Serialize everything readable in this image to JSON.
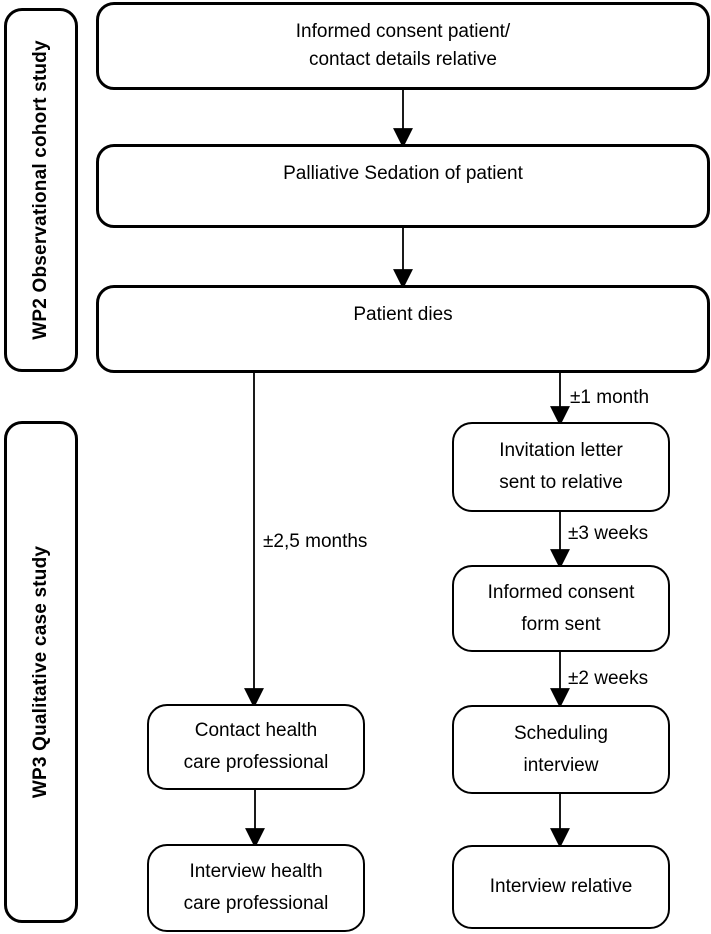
{
  "sidebar": {
    "wp2_label": "WP2 Observational cohort study",
    "wp3_label": "WP3 Qualitative case study"
  },
  "boxes": {
    "informed_consent": "Informed consent patient/\ncontact details relative",
    "palliative_sedation": "Palliative Sedation of patient",
    "patient_dies": "Patient dies",
    "invitation_letter": "Invitation letter\nsent to relative",
    "informed_consent_form": "Informed consent\nform sent",
    "scheduling_interview": "Scheduling\ninterview",
    "interview_relative": "Interview relative",
    "contact_hcp": "Contact health\ncare professional",
    "interview_hcp": "Interview health\ncare professional"
  },
  "edge_labels": {
    "death_to_invitation": "±1 month",
    "invitation_to_consent_form": "±3 weeks",
    "consent_form_to_scheduling": "±2 weeks",
    "death_to_contact_hcp": "±2,5 months"
  },
  "colors": {
    "stroke": "#000000",
    "box_fill": "#ffffff",
    "background": "#ffffff"
  }
}
